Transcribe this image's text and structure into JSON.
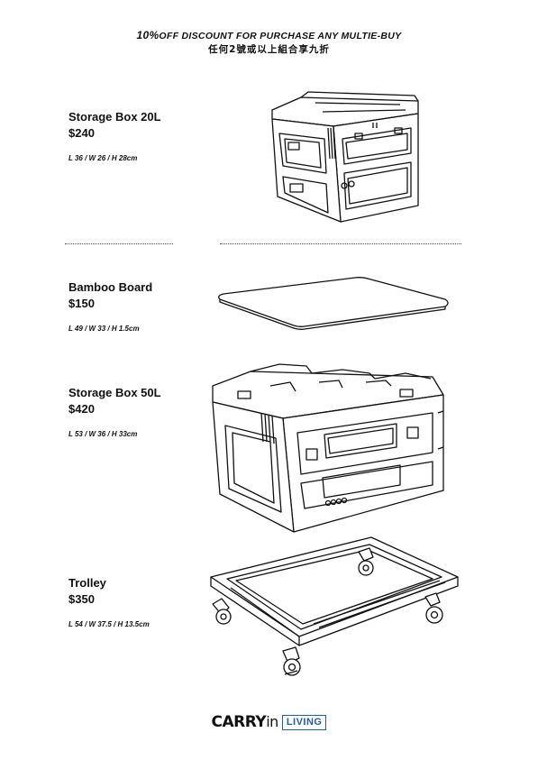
{
  "header": {
    "promo_big": "10%",
    "promo_en": "OFF DISCOUNT FOR PURCHASE ANY MULTIE-BUY",
    "promo_zh": "任何2號或以上組合享九折"
  },
  "products": [
    {
      "name": "Storage Box 20L",
      "price": "$240",
      "dims": "L 36 / W 26 / H 28cm",
      "icon": "storage-box-20l-illustration"
    },
    {
      "name": "Bamboo Board",
      "price": "$150",
      "dims": "L 49 / W 33 / H 1.5cm",
      "icon": "bamboo-board-illustration"
    },
    {
      "name": "Storage Box 50L",
      "price": "$420",
      "dims": "L 53 / W 36 / H 33cm",
      "icon": "storage-box-50l-illustration"
    },
    {
      "name": "Trolley",
      "price": "$350",
      "dims": "L 54 / W 37.5 / H 13.5cm",
      "icon": "trolley-illustration"
    }
  ],
  "footer": {
    "brand_main": "CARRY",
    "brand_in": "in",
    "brand_living": "LIVING"
  },
  "colors": {
    "text": "#111111",
    "living_blue": "#1b5fa8"
  }
}
